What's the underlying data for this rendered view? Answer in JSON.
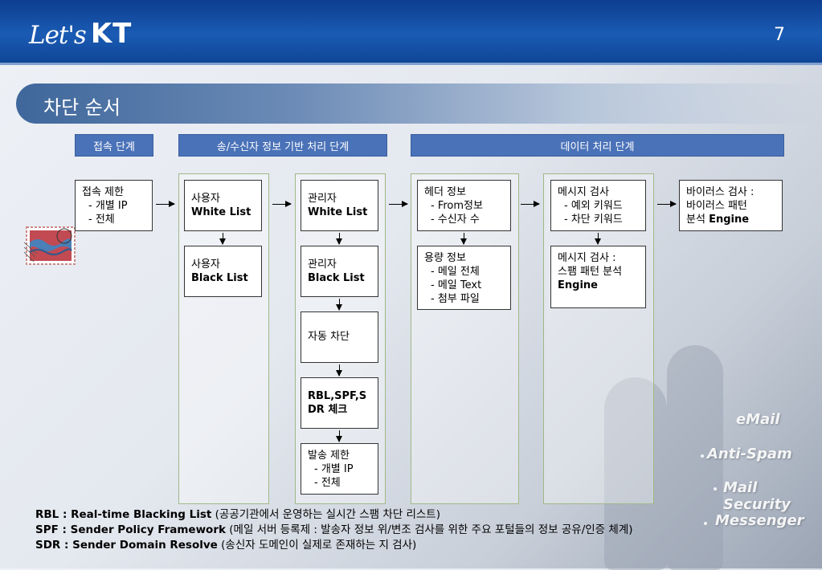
{
  "header": {
    "logo_lets": "Let's",
    "logo_kt": "KT",
    "page_number": "7"
  },
  "title": "차단 순서",
  "stages": [
    "접속 단계",
    "송/수신자 정보 기반  처리 단계",
    "데이터 처리 단계"
  ],
  "boxes": {
    "connect_limit": {
      "title": "접속 제한",
      "line1": "- 개별 IP",
      "line2": "- 전체"
    },
    "user_white": {
      "l1": "사용자",
      "l2": "White List"
    },
    "user_black": {
      "l1": "사용자",
      "l2": "Black List"
    },
    "admin_white": {
      "l1": "관리자",
      "l2": "White List"
    },
    "admin_black": {
      "l1": "관리자",
      "l2": "Black List"
    },
    "auto_block": {
      "l1": "자동 차단"
    },
    "rbl_check": {
      "l1": "RBL,SPF,S",
      "l2": "DR 체크"
    },
    "send_limit": {
      "title": "발송 제한",
      "line1": "- 개별 IP",
      "line2": "- 전체"
    },
    "header_info": {
      "title": "헤더 정보",
      "line1": "- From정보",
      "line2": "- 수신자 수"
    },
    "capacity_info": {
      "title": "용량 정보",
      "line1": "- 메일 전체",
      "line2": "- 메일 Text",
      "line3": "- 첨부 파일"
    },
    "message_check": {
      "title": "메시지 검사",
      "line1": "- 예외 키워드",
      "line2": "- 차단 키워드"
    },
    "spam_engine": {
      "l1": "메시지 검사 :",
      "l2": "스팸 패턴  분석",
      "l3": "Engine"
    },
    "virus_engine": {
      "l1": "바이러스 검사 :",
      "l2": "바이러스 패턴",
      "l3a": "분석 ",
      "l3b": "Engine"
    }
  },
  "notes": [
    {
      "key": "RBL : Real-time Blacking List",
      "desc": " (공공기관에서 운영하는 실시간 스팸 차단 리스트)"
    },
    {
      "key": "SPF : Sender Policy Framework",
      "desc": " (메일 서버 등록제 : 발송자 정보 위/변조 검사를 위한 주요 포털들의 정보 공유/인증 체계)"
    },
    {
      "key": "SDR : Sender Domain Resolve",
      "desc": " (송신자 도메인이 실제로 존재하는 지 검사)"
    }
  ],
  "background_tags": [
    "eMail",
    "Anti-Spam",
    "Mail Security",
    "Messenger"
  ],
  "colors": {
    "header": "#1a5bb4",
    "stage": "#4a72b8",
    "group_border": "#9fb886"
  }
}
